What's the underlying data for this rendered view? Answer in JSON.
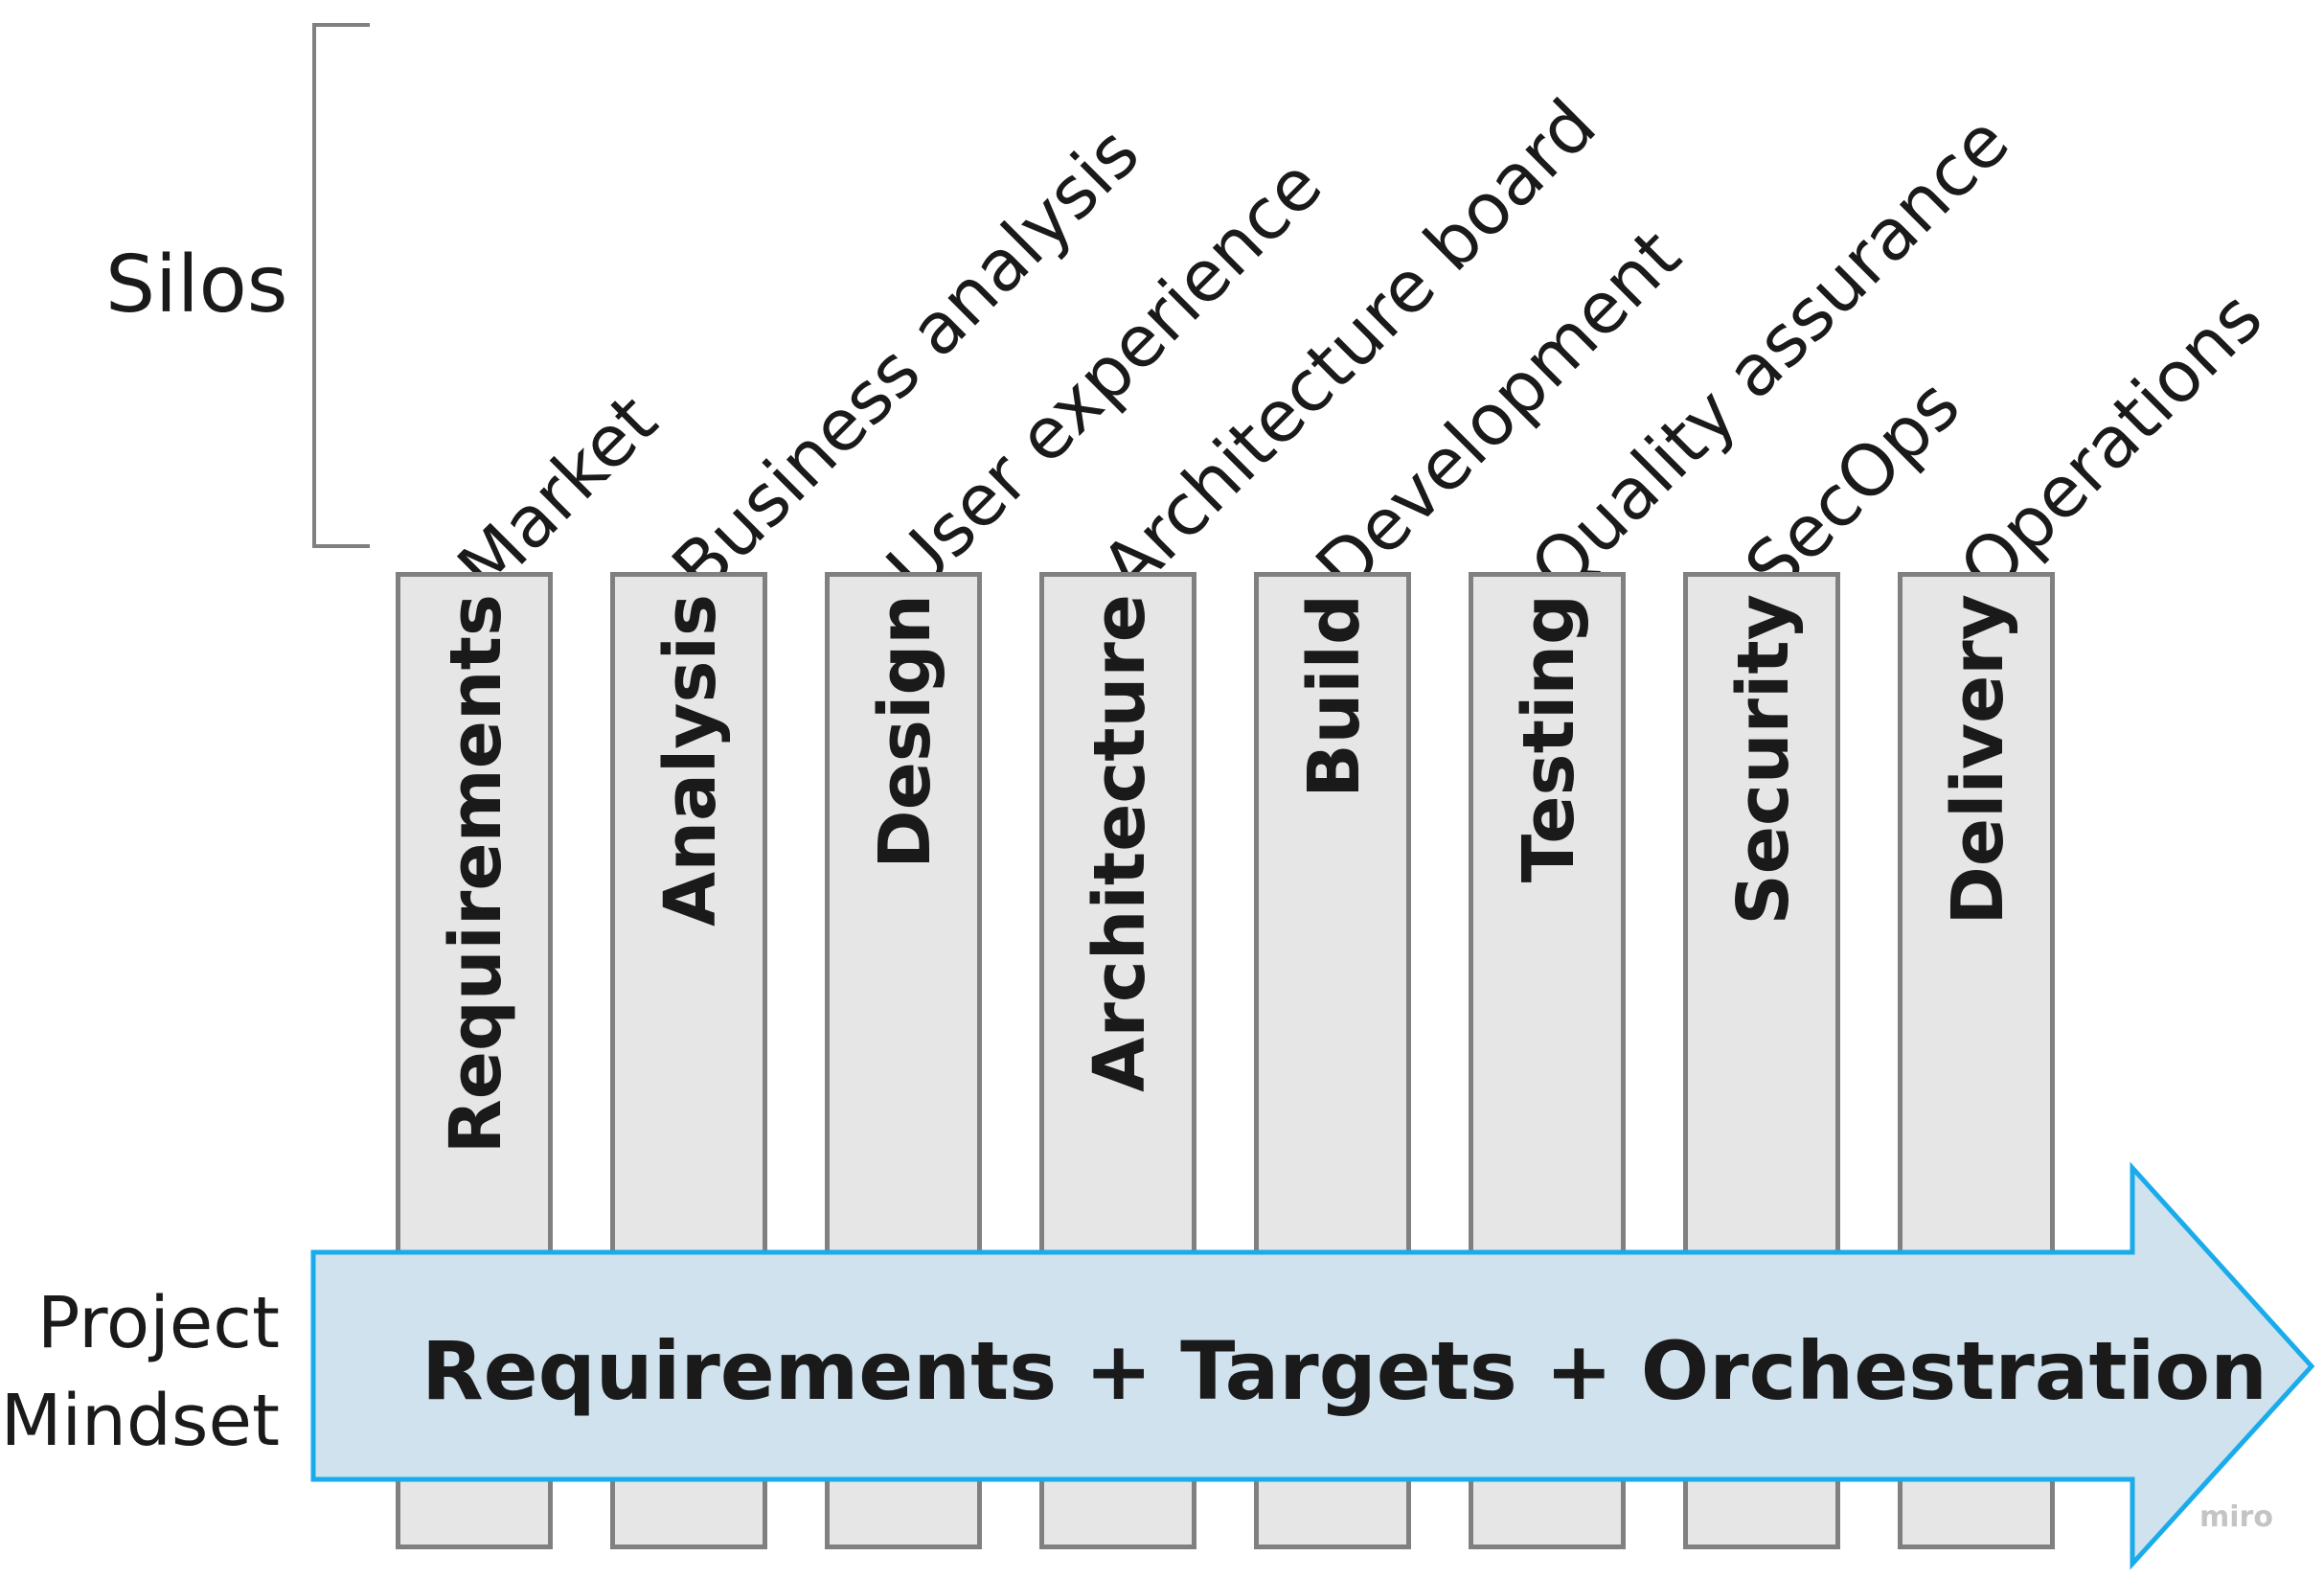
{
  "silos_label": "Silos",
  "silos": [
    "Market",
    "Business analysis",
    "User experience",
    "Architecture board",
    "Development",
    "Quality assurance",
    "SecOps",
    "Operations"
  ],
  "phases": [
    "Requirements",
    "Analysis",
    "Design",
    "Architecture",
    "Build",
    "Testing",
    "Security",
    "Delivery"
  ],
  "project_mindset": {
    "line1": "Project",
    "line2": "Mindset"
  },
  "arrow_text": "Requirements + Targets + Orchestration",
  "watermark": "miro",
  "colors": {
    "column_fill": "#e6e6e6",
    "column_border": "#808080",
    "arrow_fill": "#cfe2ee",
    "arrow_stroke": "#1aabeb",
    "bracket": "#808080"
  }
}
